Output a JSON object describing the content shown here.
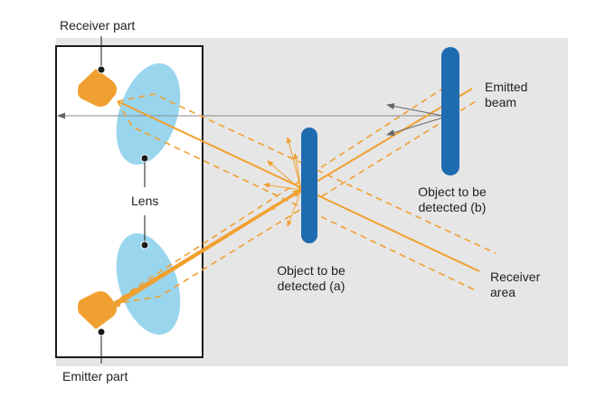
{
  "labels": {
    "receiver_part": "Receiver part",
    "emitter_part": "Emitter part",
    "lens": "Lens",
    "object_a": "Object to be\ndetected (a)",
    "object_b": "Object to be\ndetected (b)",
    "emitted_beam": "Emitted\nbeam",
    "receiver_area": "Receiver\narea"
  },
  "colors": {
    "background_panel": "#e6e6e6",
    "housing_fill": "#ffffff",
    "housing_border": "#1a1a1a",
    "lens": "#9ad5ee",
    "element": "#f0a030",
    "beam": "#f0a030",
    "object": "#1e6bb0",
    "reflection_arrow": "#666666",
    "text": "#222222"
  },
  "icons": {
    "receiver": "receiver-element-icon",
    "emitter": "emitter-element-icon"
  }
}
